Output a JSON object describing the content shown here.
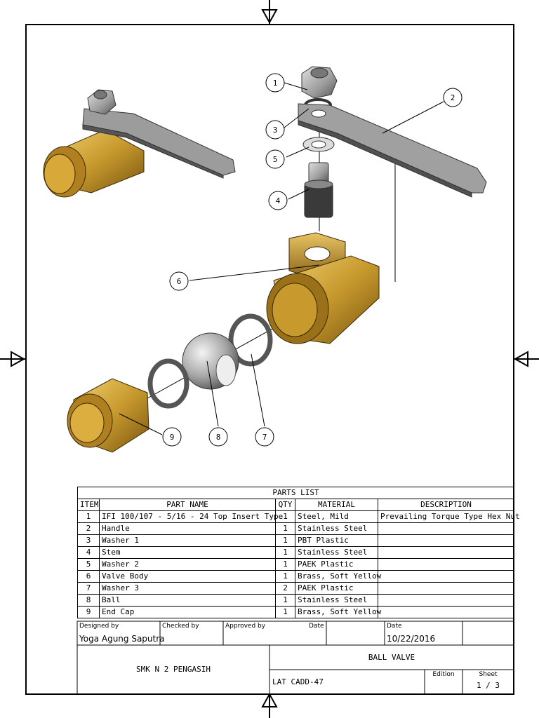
{
  "balloons": [
    "1",
    "2",
    "3",
    "4",
    "5",
    "6",
    "7",
    "8",
    "9"
  ],
  "parts_list": {
    "title": "PARTS LIST",
    "headers": [
      "ITEM",
      "PART NAME",
      "QTY",
      "MATERIAL",
      "DESCRIPTION"
    ],
    "rows": [
      [
        "1",
        "IFI 100/107 - 5/16 - 24 Top Insert Type",
        "1",
        "Steel, Mild",
        "Prevailing Torque Type Hex Nut"
      ],
      [
        "2",
        "Handle",
        "1",
        "Stainless Steel",
        ""
      ],
      [
        "3",
        "Washer 1",
        "1",
        "PBT Plastic",
        ""
      ],
      [
        "4",
        "Stem",
        "1",
        "Stainless Steel",
        ""
      ],
      [
        "5",
        "Washer 2",
        "1",
        "PAEK Plastic",
        ""
      ],
      [
        "6",
        "Valve Body",
        "1",
        "Brass, Soft Yellow",
        ""
      ],
      [
        "7",
        "Washer 3",
        "2",
        "PAEK Plastic",
        ""
      ],
      [
        "8",
        "Ball",
        "1",
        "Stainless Steel",
        ""
      ],
      [
        "9",
        "End Cap",
        "1",
        "Brass, Soft Yellow",
        ""
      ]
    ]
  },
  "title_block": {
    "designed_by_label": "Designed by",
    "designed_by": "Yoga Agung Saputra",
    "checked_by_label": "Checked by",
    "approved_by_label": "Approved by",
    "date_label_1": "Date",
    "date_label_2": "Date",
    "date": "10/22/2016",
    "organization": "SMK N 2 PENGASIH",
    "drawing_title": "BALL VALVE",
    "drawing_number": "LAT CADD-47",
    "edition_label": "Edition",
    "sheet_label": "Sheet",
    "sheet_value": "1 / 3"
  },
  "colors": {
    "brass": "#c89a2e",
    "brass_dark": "#7a5510",
    "brass_light": "#e8c464",
    "steel": "#9a9a9a",
    "steel_dark": "#4a4a4a",
    "steel_light": "#d0d0d0"
  }
}
